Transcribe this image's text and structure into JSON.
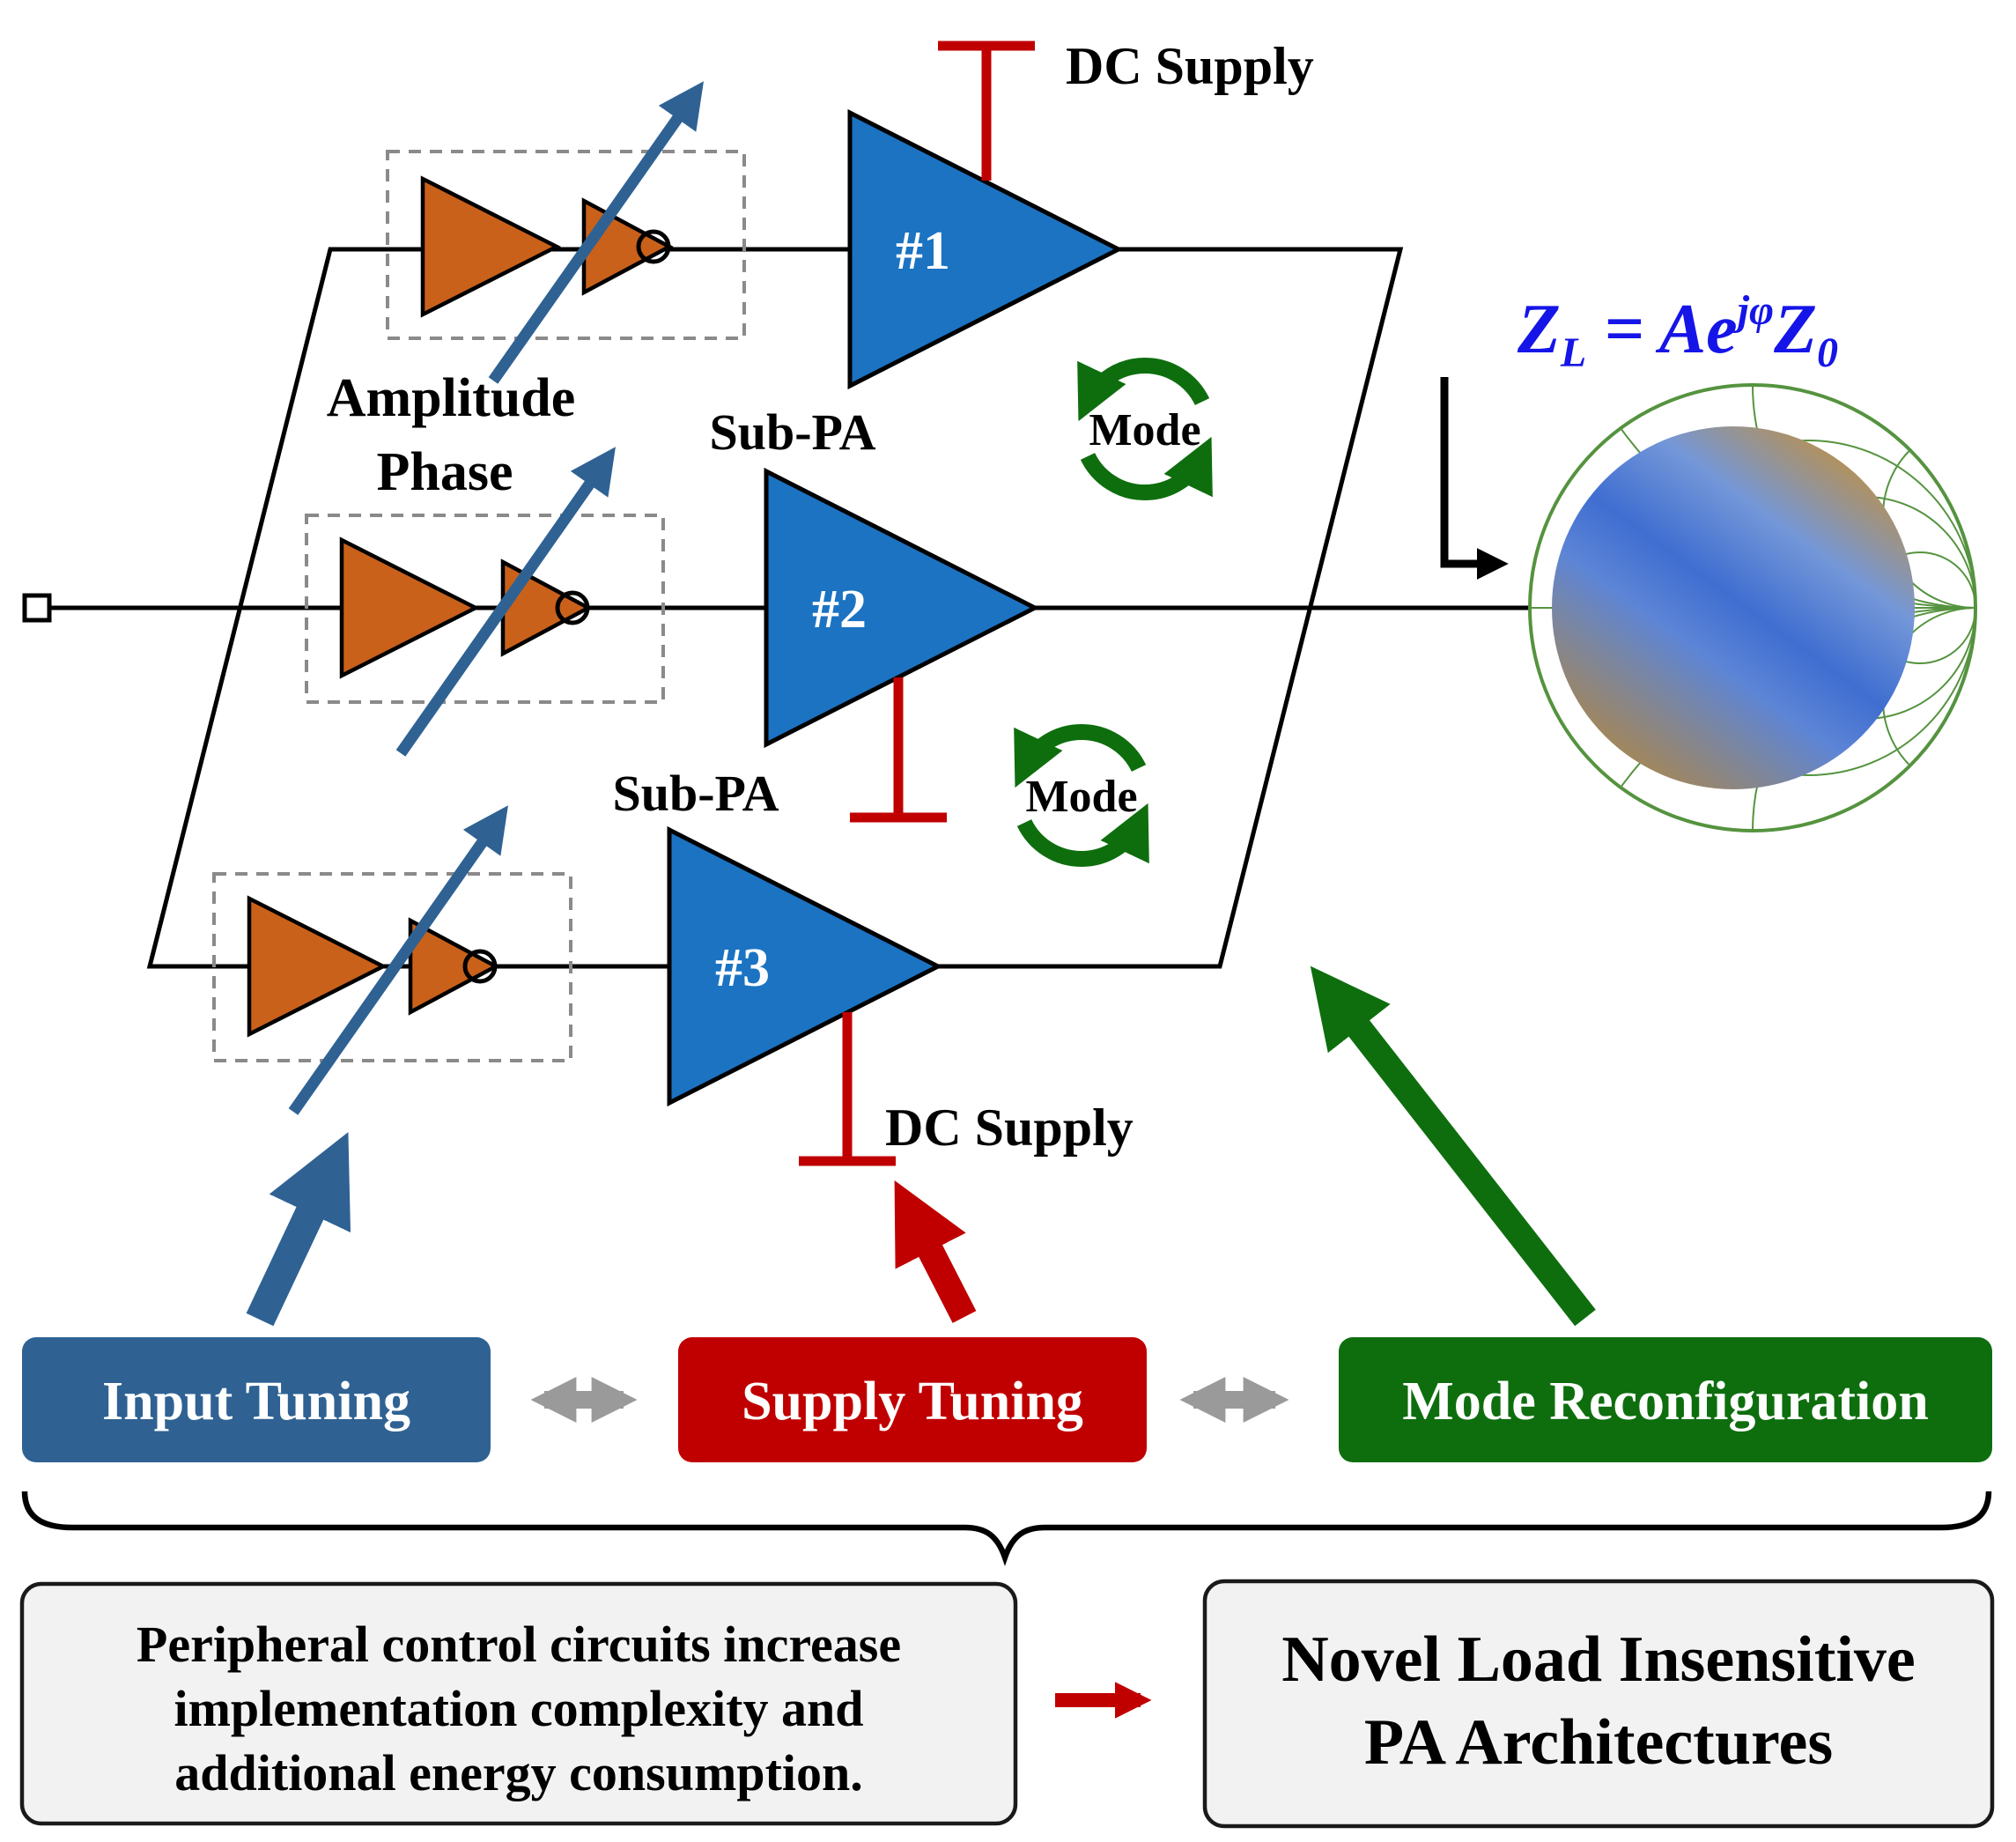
{
  "title": "Reconfigurable load-tolerant PA architecture diagram",
  "colors": {
    "input_tuning_blue": "#2F6293",
    "supply_tuning_red": "#C00000",
    "mode_green": "#0E6E0E",
    "sub_pa_blue": "#1B73C2",
    "driver_orange": "#C9611A",
    "formula_blue": "#1515E8",
    "smith_grid_green": "#55933F",
    "box_gray": "#F2F2F2"
  },
  "schematic": {
    "amplitude_label": "Amplitude",
    "phase_label": "Phase",
    "sub_pa_2_label": "Sub-PA",
    "sub_pa_3_label": "Sub-PA",
    "pa_1_label": "#1",
    "pa_2_label": "#2",
    "pa_3_label": "#3",
    "dc_supply_top_label": "DC Supply",
    "dc_supply_bottom_label": "DC Supply",
    "mode_1_label": "Mode",
    "mode_2_label": "Mode"
  },
  "formula": {
    "z1": "Z",
    "sub_L": "L",
    "equals_ae": " = Ae",
    "sup_jphi": "jφ",
    "z2": "Z",
    "sub_0": "0"
  },
  "tuning_controls": {
    "input": "Input Tuning",
    "supply": "Supply Tuning",
    "mode": "Mode Reconfiguration"
  },
  "takeaways": {
    "problem_line1": "Peripheral control circuits increase",
    "problem_line2": "implementation complexity and",
    "problem_line3": "additional energy consumption.",
    "solution_line1": "Novel Load Insensitive",
    "solution_line2": "PA Architectures"
  }
}
